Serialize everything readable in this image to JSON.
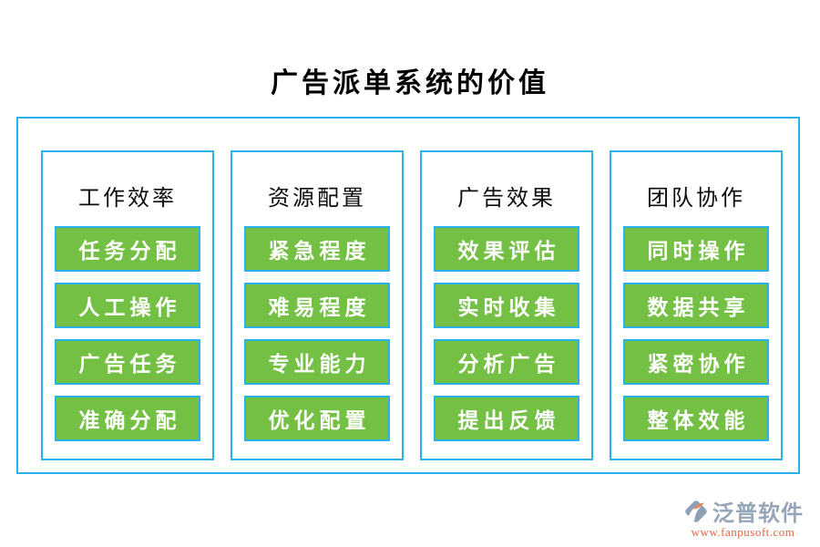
{
  "title": "广告派单系统的价值",
  "columns": [
    {
      "header": "工作效率",
      "items": [
        "任务分配",
        "人工操作",
        "广告任务",
        "准确分配"
      ]
    },
    {
      "header": "资源配置",
      "items": [
        "紧急程度",
        "难易程度",
        "专业能力",
        "优化配置"
      ]
    },
    {
      "header": "广告效果",
      "items": [
        "效果评估",
        "实时收集",
        "分析广告",
        "提出反馈"
      ]
    },
    {
      "header": "团队协作",
      "items": [
        "同时操作",
        "数据共享",
        "紧密协作",
        "整体效能"
      ]
    }
  ],
  "footer": {
    "logo_icon": "fanpu-logo-icon",
    "brand": "泛普软件",
    "url": "www.fanpusoft.com"
  },
  "colors": {
    "frame_border": "#29b3ea",
    "item_fill": "#74c044",
    "item_text": "#ffffff",
    "title_text": "#000000",
    "brand_text": "#96a5b7",
    "url_text": "#dd6743",
    "logo_gray": "#8fa0b4",
    "logo_orange": "#e08a62"
  }
}
